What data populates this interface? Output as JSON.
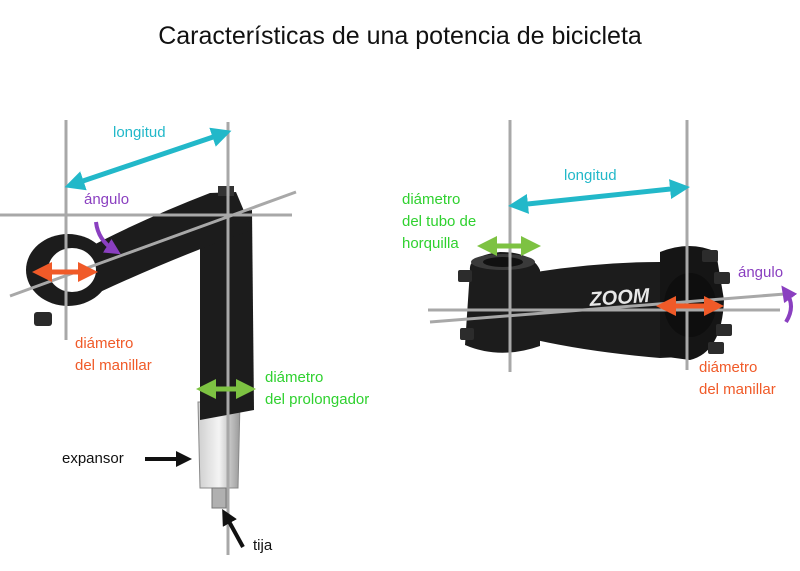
{
  "title": "Características de una potencia de bicicleta",
  "colors": {
    "longitud": "#22b8c9",
    "angulo": "#8a3fc0",
    "manillar": "#f05a28",
    "tubo": "#7dc242",
    "guide_lines": "#a8a8a8",
    "stem": "#1c1c1c"
  },
  "left": {
    "longitud": "longitud",
    "angulo": "ángulo",
    "manillar": [
      "diámetro",
      "del manillar"
    ],
    "prolongador": [
      "diámetro",
      "del prolongador"
    ],
    "expansor": "expansor",
    "tija": "tija"
  },
  "right": {
    "longitud": "longitud",
    "horquilla": [
      "diámetro",
      "del tubo de",
      "horquilla"
    ],
    "angulo": "ángulo",
    "manillar": [
      "diámetro",
      "del manillar"
    ],
    "brand": "ZOOM"
  }
}
